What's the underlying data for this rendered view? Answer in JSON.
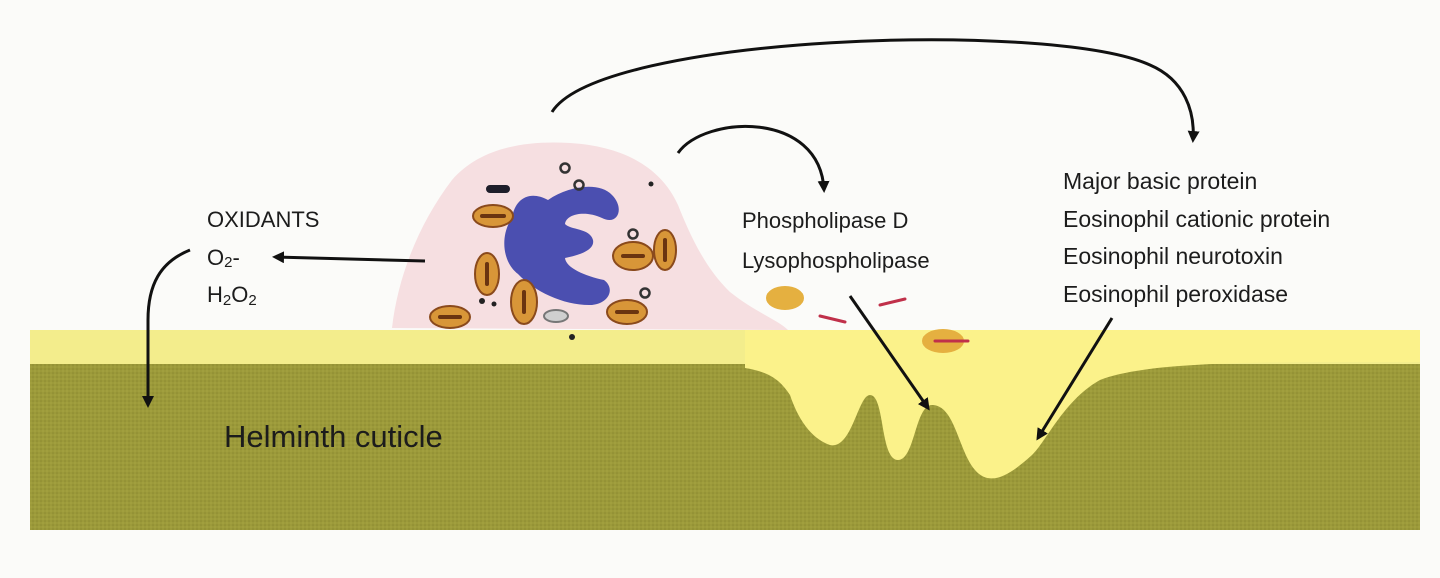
{
  "oxidants": {
    "title": "OXIDANTS",
    "superoxide": {
      "base": "O",
      "sub": "2",
      "sup": "-"
    },
    "peroxide": {
      "h": "H",
      "sub1": "2",
      "o": "O",
      "sub2": "2"
    }
  },
  "phospholipases": [
    "Phospholipase D",
    "Lysophospholipase"
  ],
  "granule_proteins": [
    "Major basic protein",
    "Eosinophil cationic protein",
    "Eosinophil neurotoxin",
    "Eosinophil peroxidase"
  ],
  "cuticle_label": "Helminth cuticle",
  "colors": {
    "cuticle": "#9c9a3a",
    "cuticle_surface": "#f3ed8c",
    "damage": "#fbf28a",
    "cell_cytoplasm": "#f6dfe1",
    "nucleus": "#4b4fb0",
    "granule_fill": "#d89638",
    "granule_core": "#8a4a1c",
    "arrow": "#111111",
    "fragment": "#c0304a"
  }
}
